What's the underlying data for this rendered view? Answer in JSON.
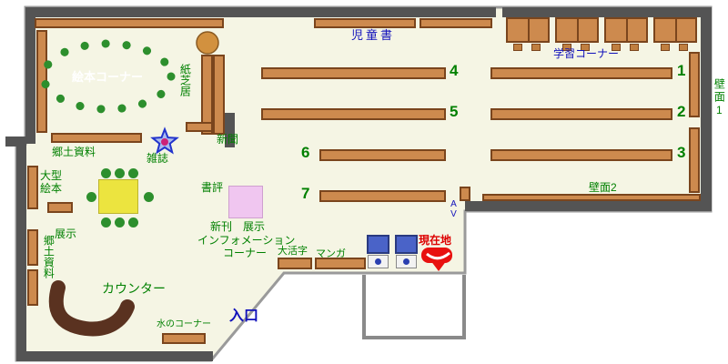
{
  "colors": {
    "floor": "#f5f5e4",
    "wall": "#545454",
    "shelf": "#cd8a4e",
    "shelf_border": "#7a451d",
    "label_green": "#008000",
    "label_blue": "#1111bb",
    "label_red": "#dd0000",
    "counter_brown": "#5a3220",
    "table_yellow": "#ece43f",
    "display_pink": "#f0c6f0",
    "marker_red": "#e8110f"
  },
  "regions": {
    "top_left_room": {
      "picture_book_corner": "絵本コーナー",
      "kamishibai": "紙芝居",
      "newspaper": "新聞",
      "magazine": "雑誌",
      "local_materials": "郷土資料"
    },
    "main_area": {
      "children_books": "児童書",
      "study_corner": "学習コーナー",
      "wall_1": "壁面1",
      "wall_2": "壁面2",
      "av": "AV",
      "shelf_numbers": [
        "1",
        "2",
        "3",
        "4",
        "5",
        "6",
        "7"
      ]
    },
    "center": {
      "book_review": "書評",
      "new_arrivals": "新刊",
      "exhibit": "展示",
      "information_line1": "インフォメーション",
      "information_line2": "コーナー",
      "large_print": "大活字",
      "manga": "マンガ",
      "current_location": "現在地"
    },
    "left_area": {
      "large_picture_books": "大型絵本",
      "exhibit": "展示",
      "local_materials": "郷土資料"
    },
    "bottom_area": {
      "counter": "カウンター",
      "water_corner": "水のコーナー",
      "entrance": "入口"
    }
  }
}
